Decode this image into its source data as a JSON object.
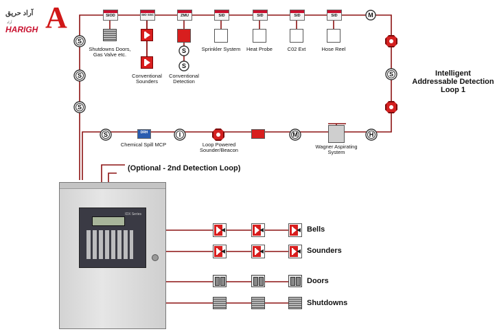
{
  "logo": {
    "farsi": "آراد حریق",
    "english": "HARIGH",
    "subtitle": "آراد",
    "mark": "A"
  },
  "loop_title": "Intelligent Addressable Detection Loop 1",
  "optional_loop": "(Optional - 2nd Detection Loop)",
  "top_modules": [
    {
      "tag": "SIOD",
      "label": "Shutdowns Doors, Gas Valve etc."
    },
    {
      "tag": "SIO SSC",
      "label": "Conventional Sounders"
    },
    {
      "tag": "ZMU",
      "label": "Conventional Detection"
    },
    {
      "tag": "SID",
      "label": "Sprinkler System"
    },
    {
      "tag": "SID",
      "label": "Heat Probe"
    },
    {
      "tag": "SID",
      "label": "C02 Ext"
    },
    {
      "tag": "SID",
      "label": "Hose Reel"
    }
  ],
  "bottom_loop": [
    {
      "tag": "DRH",
      "label": "Chemical Spill MCP"
    },
    {
      "tag": "",
      "label": "Loop Powered Sounder/Beacon"
    },
    {
      "tag": "",
      "label": "Wagner Aspirating System"
    }
  ],
  "detector_symbols": {
    "smoke": "S",
    "multi": "M",
    "heat": "H",
    "isolator": "I"
  },
  "outputs": [
    {
      "label": "Bells",
      "kind": "bell"
    },
    {
      "label": "Sounders",
      "kind": "bell"
    },
    {
      "label": "Doors",
      "kind": "door"
    },
    {
      "label": "Shutdowns",
      "kind": "shutdown"
    }
  ],
  "panel": {
    "brand": "IDX Series"
  },
  "colors": {
    "accent": "#d81e1e",
    "wire": "#8b1010"
  }
}
